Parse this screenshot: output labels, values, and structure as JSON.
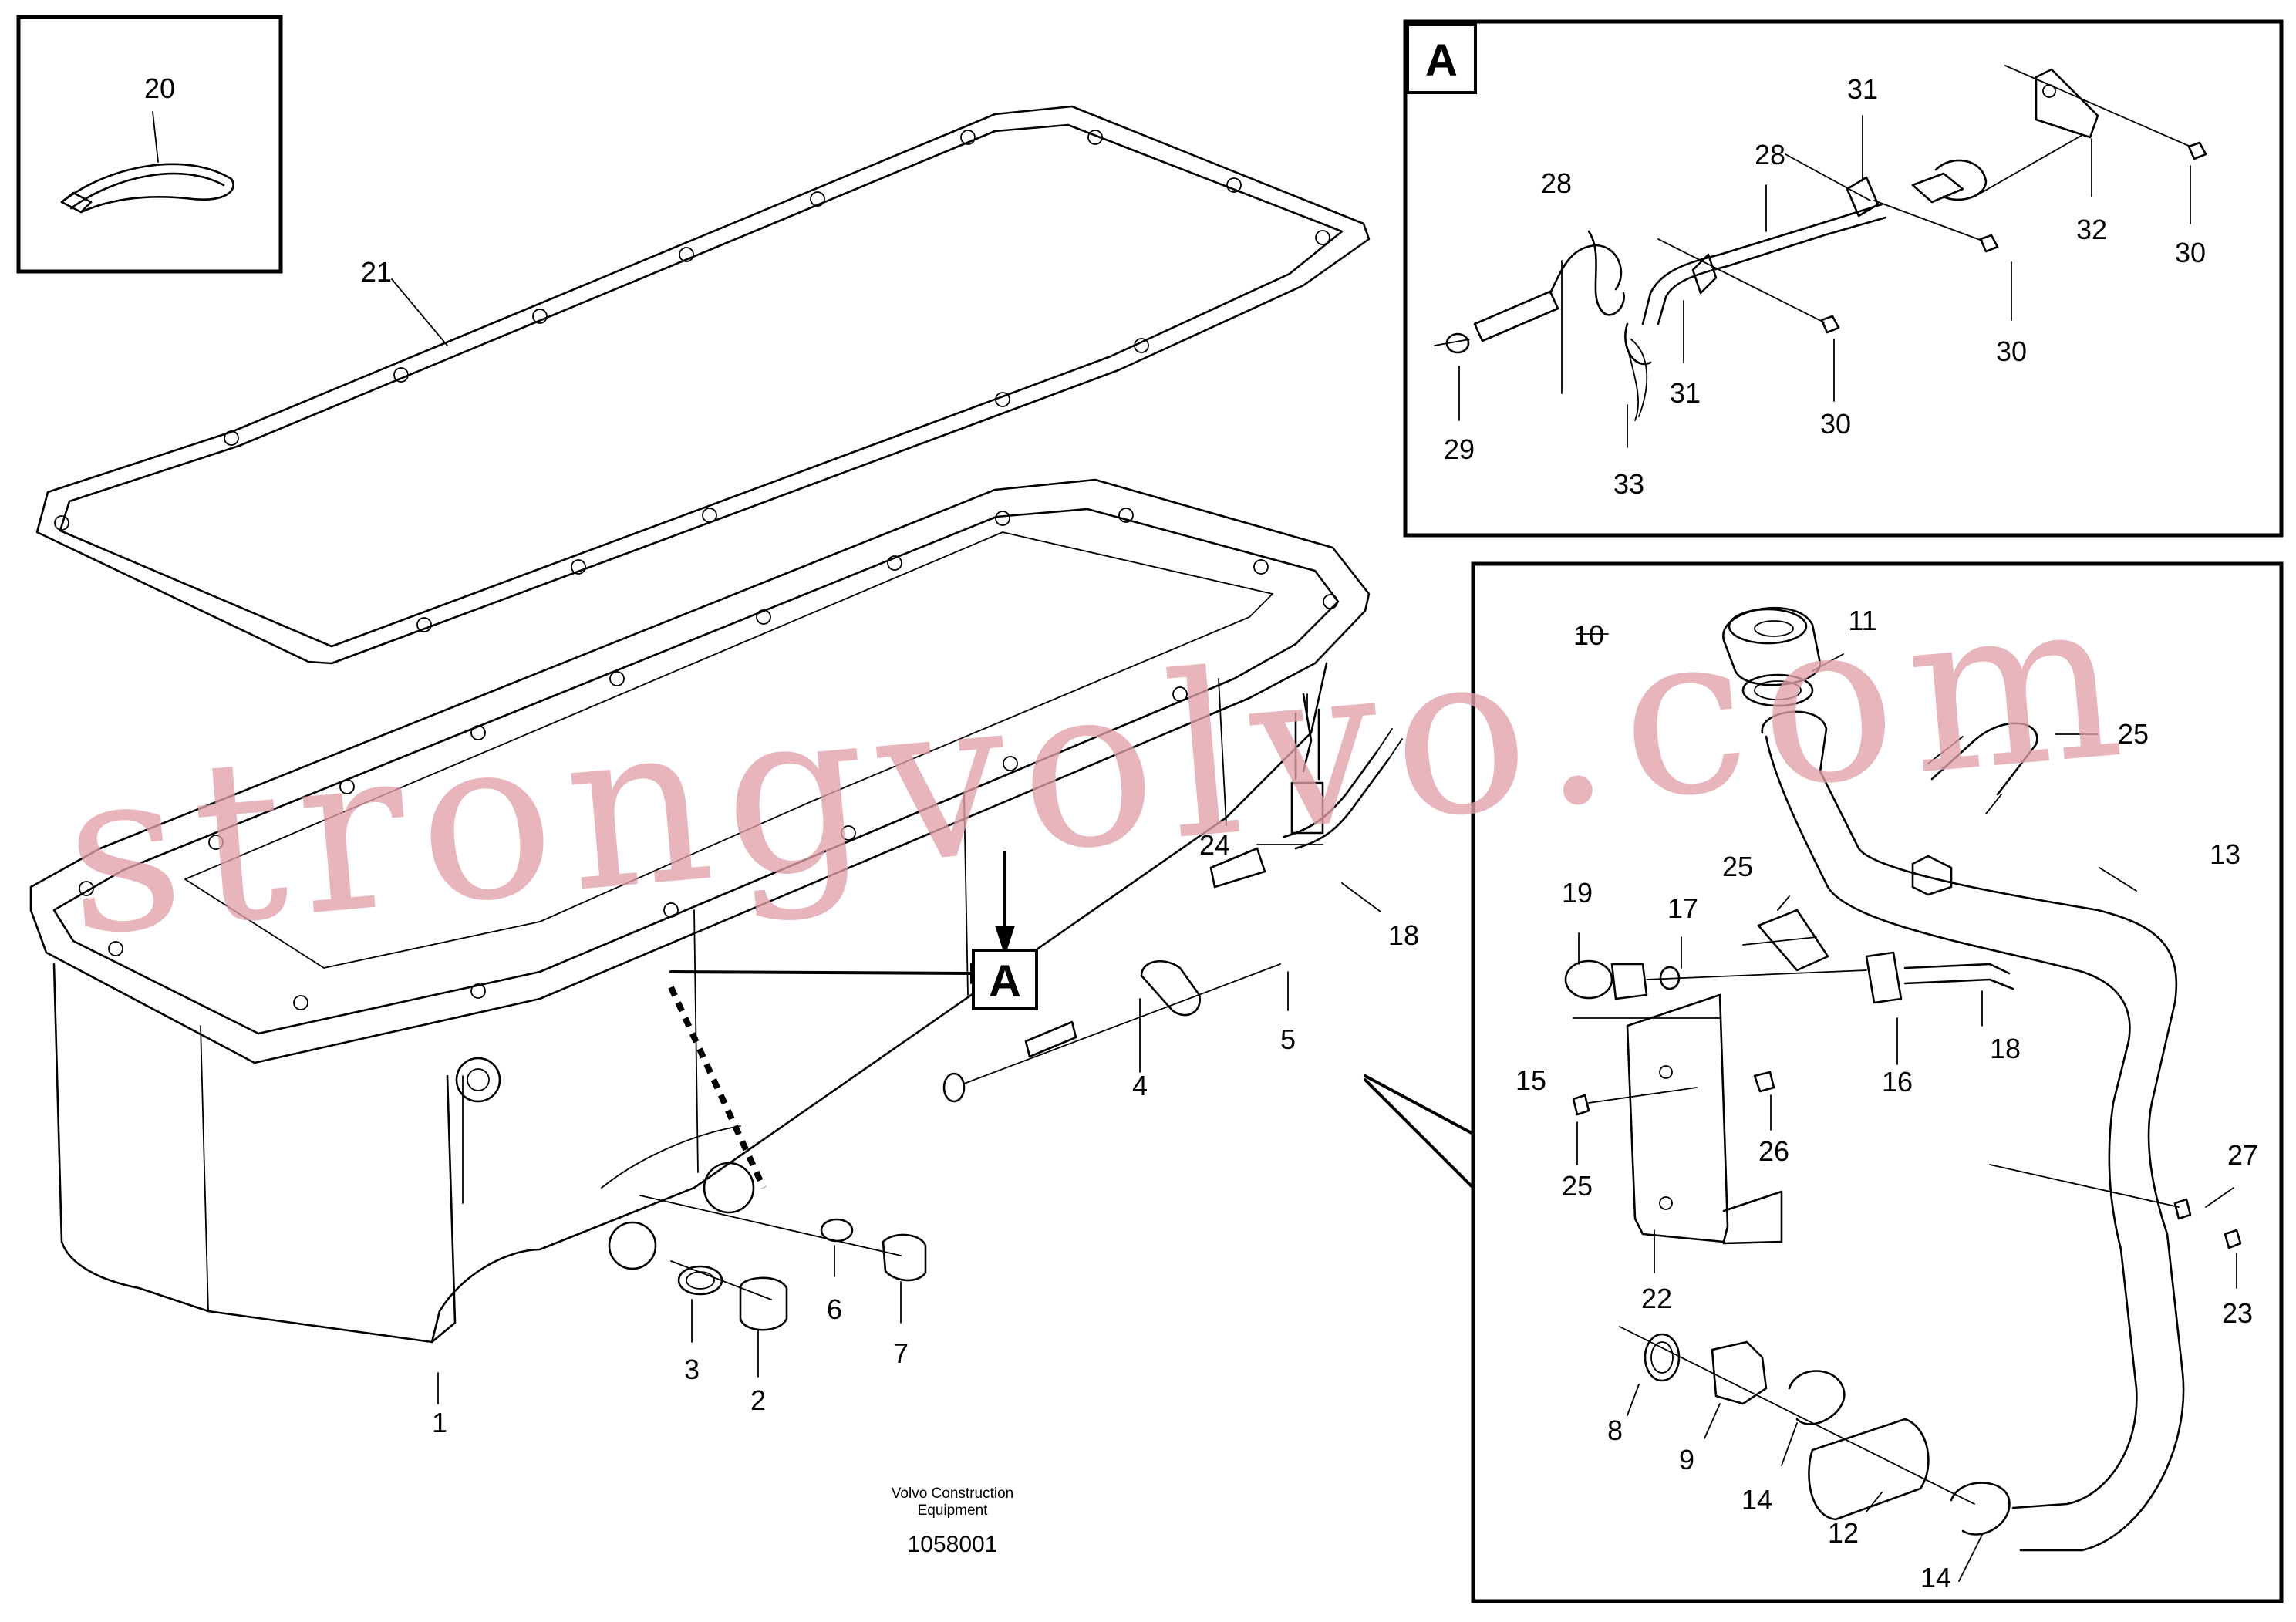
{
  "inset_box_label": "A",
  "callouts": {
    "main": [
      "1",
      "2",
      "3",
      "4",
      "5",
      "6",
      "7",
      "18",
      "21",
      "24"
    ],
    "tie_box": [
      "20"
    ],
    "box_a": [
      "28",
      "28",
      "29",
      "30",
      "30",
      "30",
      "31",
      "31",
      "32",
      "33"
    ],
    "detail": [
      "8",
      "9",
      "10",
      "11",
      "12",
      "13",
      "14",
      "14",
      "15",
      "16",
      "17",
      "18",
      "19",
      "22",
      "23",
      "25",
      "25",
      "25",
      "26",
      "27"
    ]
  },
  "view_reference": "A",
  "footer": {
    "line1": "Volvo Construction",
    "line2": "Equipment",
    "drawing_number": "1058001"
  },
  "watermark": "strongvolvo.com"
}
